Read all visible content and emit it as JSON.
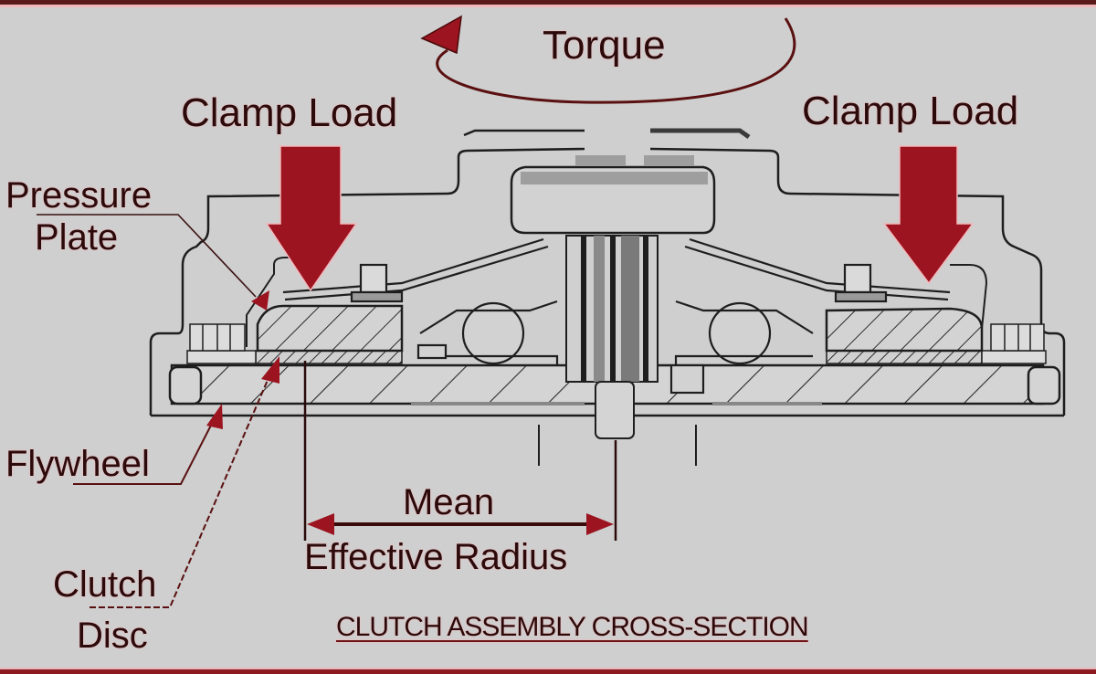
{
  "diagram": {
    "title": "CLUTCH ASSEMBLY CROSS-SECTION",
    "labels": {
      "torque": "Torque",
      "clamp_load_left": "Clamp Load",
      "clamp_load_right": "Clamp Load",
      "pressure_plate": [
        "Pressure",
        "Plate"
      ],
      "flywheel": "Flywheel",
      "clutch_disc": [
        "Clutch",
        "Disc"
      ],
      "mean_effective_radius": [
        "Mean",
        "Effective Radius"
      ]
    },
    "colors": {
      "accent_red": "#9b1420",
      "line_dark": "#1e1e1e",
      "background": "#cfcfcf",
      "hatch_fill": "#d6d6d6",
      "shaft_dark": "#8a8a8a"
    }
  }
}
